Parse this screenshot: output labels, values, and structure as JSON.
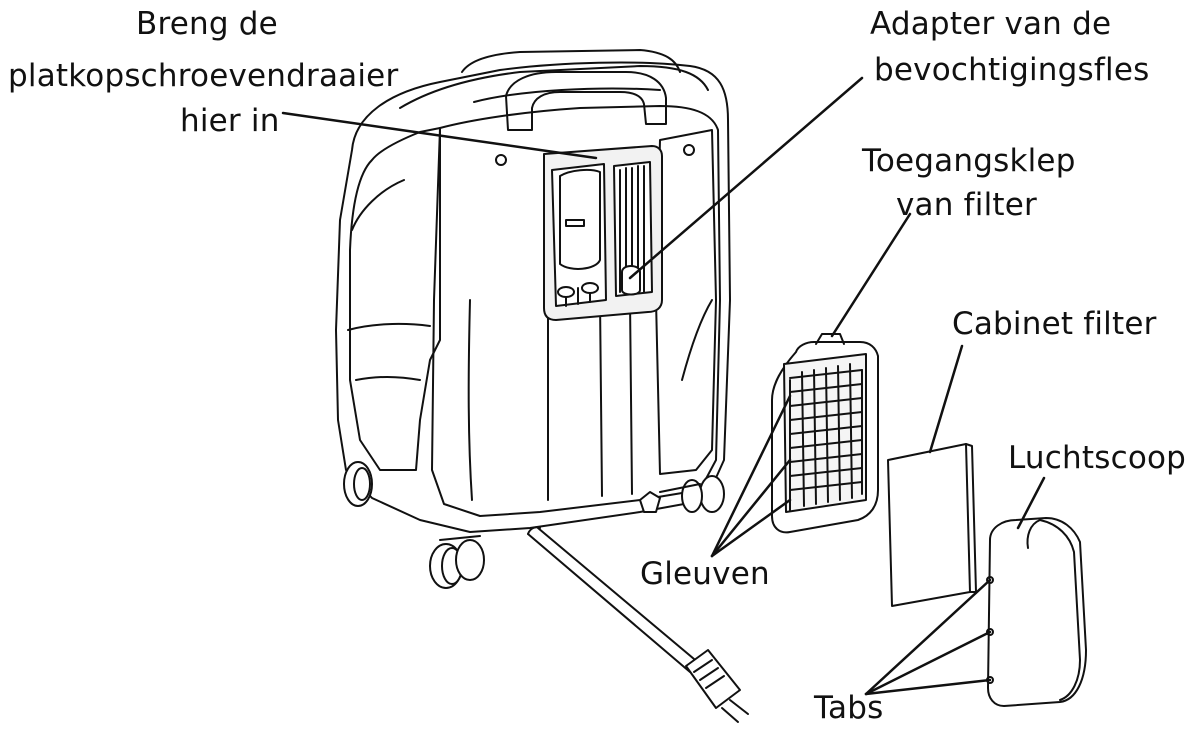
{
  "labels": {
    "screwdriver": [
      "Breng de",
      "platkopschroevendraaier",
      "hier in"
    ],
    "humidifier_adapter": [
      "Adapter van de",
      "bevochtigingsfles"
    ],
    "filter_access_door": [
      "Toegangsklep",
      "van filter"
    ],
    "cabinet_filter": "Cabinet filter",
    "air_scoop": "Luchtscoop",
    "slots": "Gleuven",
    "tabs": "Tabs"
  },
  "colors": {
    "stroke": "#111111",
    "background": "#ffffff",
    "shade": "#e9e9e9"
  }
}
